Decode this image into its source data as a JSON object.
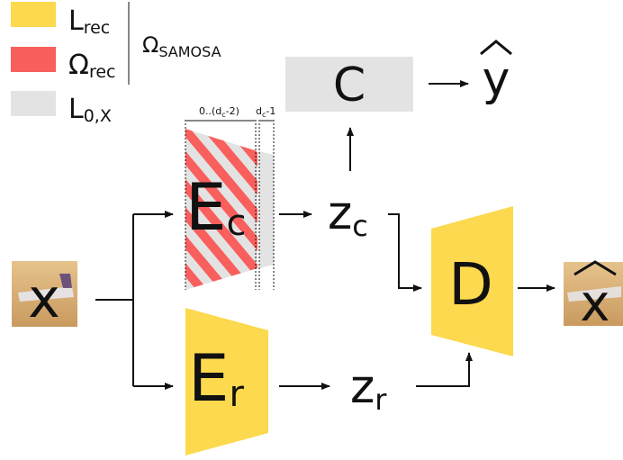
{
  "legend": {
    "items": [
      {
        "label": "L",
        "sub": "rec",
        "color": "#fcd94e"
      },
      {
        "label": "Ω",
        "sub": "rec",
        "color": "#f95f5c"
      },
      {
        "label": "L",
        "sub": "0,X",
        "color": "#e3e3e3"
      }
    ],
    "group_label": "Ω",
    "group_sub": "SAMOSA"
  },
  "nodes": {
    "input_x": "x",
    "encoder_c": {
      "label": "E",
      "sub": "c"
    },
    "encoder_r": {
      "label": "E",
      "sub": "r"
    },
    "z_c": {
      "label": "z",
      "sub": "c"
    },
    "z_r": {
      "label": "z",
      "sub": "r"
    },
    "classifier": "C",
    "y_hat": "y",
    "decoder": "D",
    "x_hat": "x"
  },
  "dims": {
    "first": "0..(d",
    "first_sub": "c",
    "first_end": "-2)",
    "last": "d",
    "last_sub": "c",
    "last_end": "-1"
  },
  "colors": {
    "yellow": "#fcd94e",
    "red_stripe": "#f95f5c",
    "gray": "#e3e3e3",
    "arrow": "#111111"
  }
}
